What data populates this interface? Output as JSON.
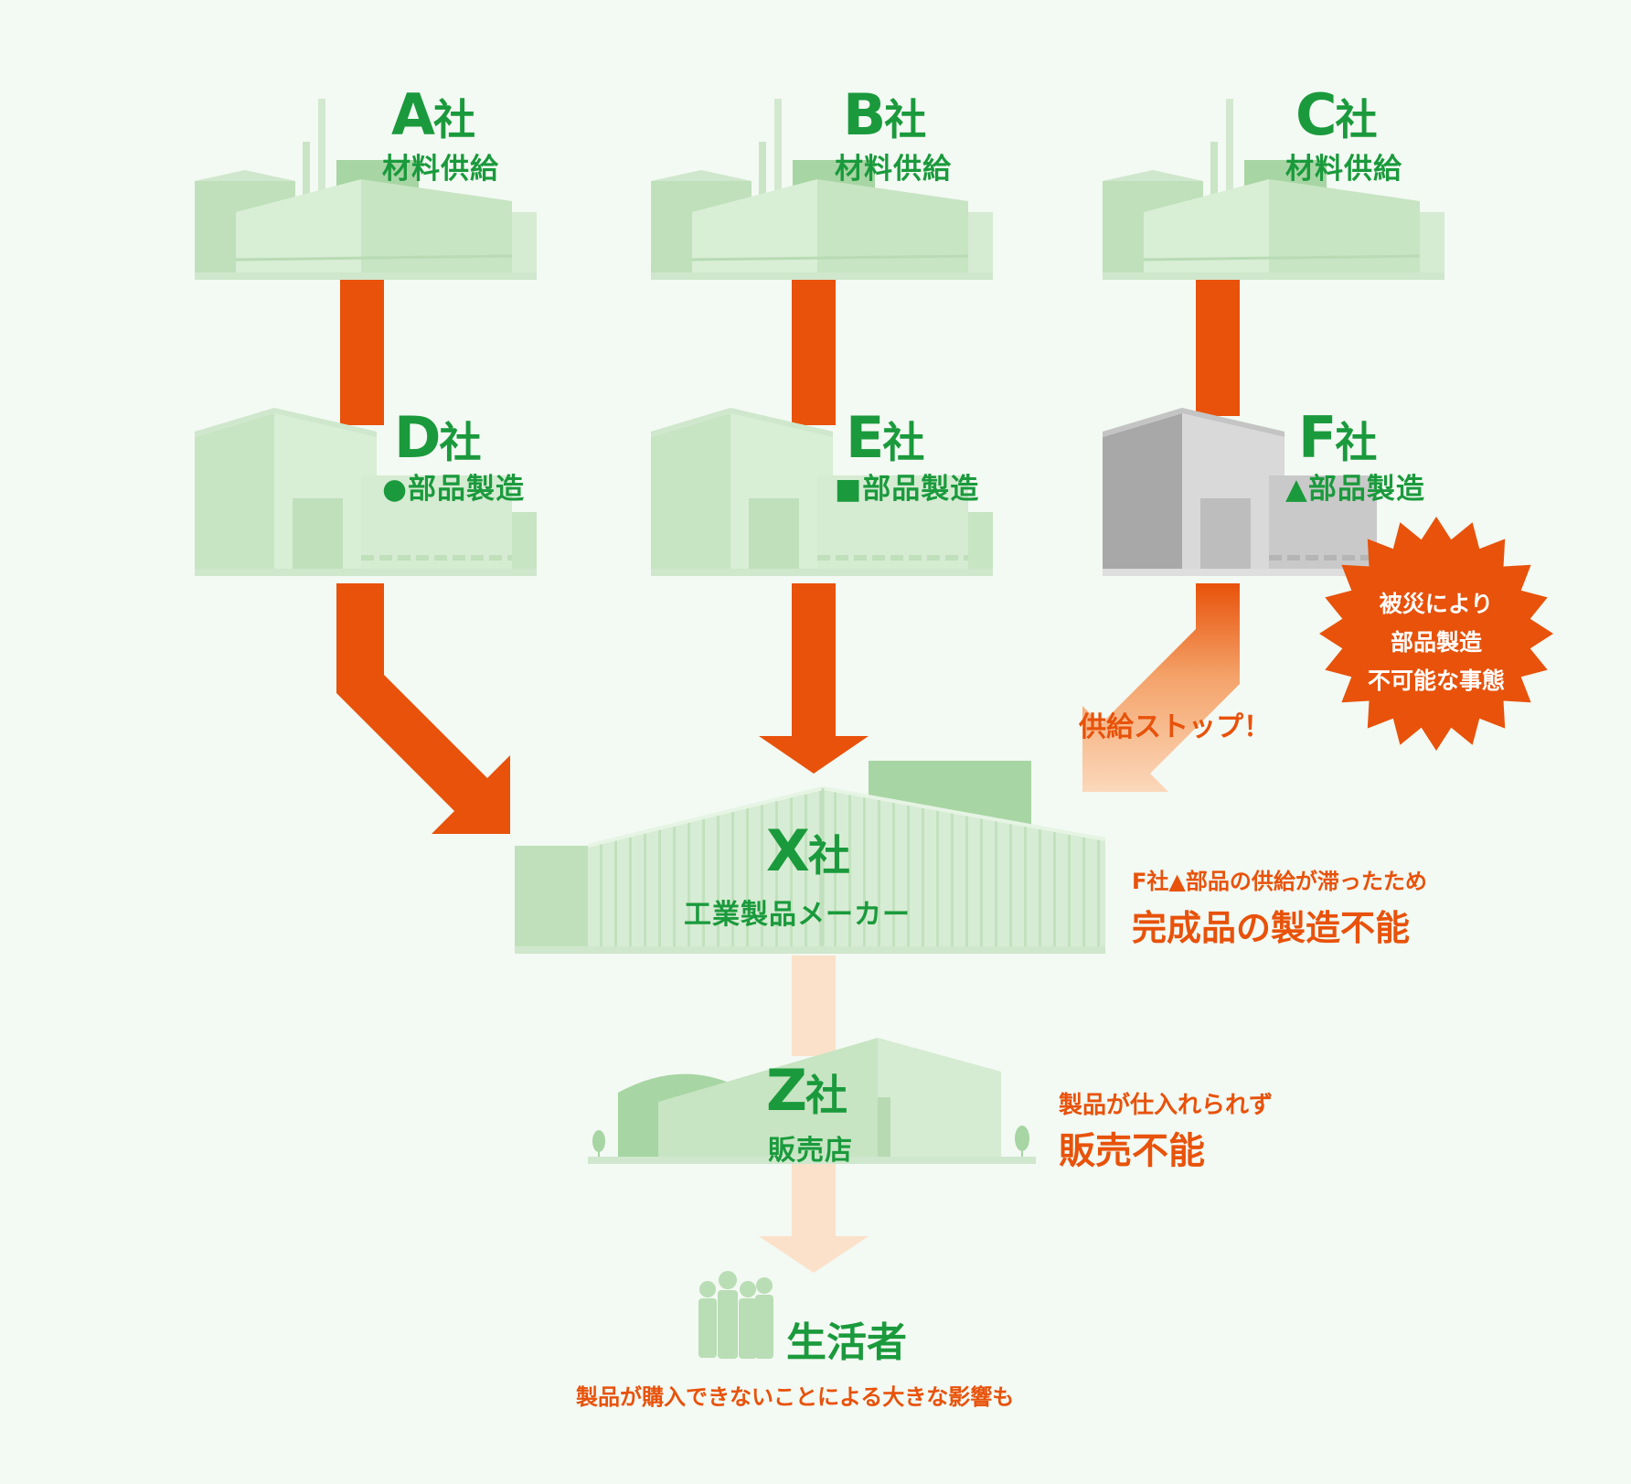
{
  "colors": {
    "green_text": "#1a9a3c",
    "orange": "#e8520a",
    "arrow_light": "#fbe1c9",
    "building_light": "#d5ebd2",
    "building_mid": "#bfe0bb",
    "building_dark": "#a7d5a3",
    "gray_light": "#d9d9d9",
    "gray_dark": "#a8a8a8",
    "background": "#f3f9f3"
  },
  "companies": {
    "a": {
      "letter": "A",
      "suffix": "社",
      "role": "材料供給"
    },
    "b": {
      "letter": "B",
      "suffix": "社",
      "role": "材料供給"
    },
    "c": {
      "letter": "C",
      "suffix": "社",
      "role": "材料供給"
    },
    "d": {
      "letter": "D",
      "suffix": "社",
      "role": "●部品製造"
    },
    "e": {
      "letter": "E",
      "suffix": "社",
      "role": "■部品製造"
    },
    "f": {
      "letter": "F",
      "suffix": "社",
      "role": "▲部品製造"
    },
    "x": {
      "letter": "X",
      "suffix": "社",
      "role": "工業製品メーカー"
    },
    "z": {
      "letter": "Z",
      "suffix": "社",
      "role": "販売店"
    }
  },
  "disaster": {
    "line1": "被災により",
    "line2": "部品製造",
    "line3": "不可能な事態"
  },
  "supply_stop": "供給ストップ！",
  "x_note": {
    "small": "F社▲部品の供給が滞ったため",
    "large": "完成品の製造不能"
  },
  "z_note": {
    "small": "製品が仕入れられず",
    "large": "販売不能"
  },
  "consumer": {
    "label": "生活者",
    "note": "製品が購入できないことによる大きな影響も"
  }
}
